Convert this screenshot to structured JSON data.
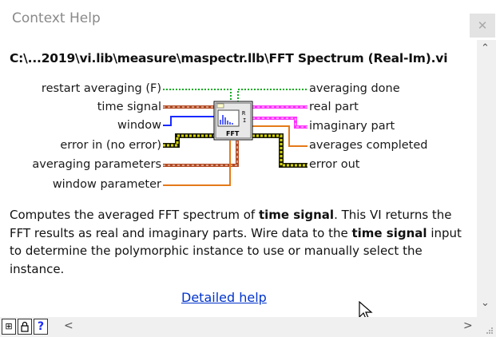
{
  "window": {
    "title": "Context Help",
    "close_symbol": "✕"
  },
  "path": "C:\\...2019\\vi.lib\\measure\\maspectr.llb\\FFT Spectrum (Real-Im).vi",
  "inputs": [
    "restart averaging (F)",
    "time signal",
    "window",
    "error in (no error)",
    "averaging parameters",
    "window parameter"
  ],
  "outputs": [
    "averaging done",
    "real part",
    "imaginary part",
    "averages completed",
    "error out"
  ],
  "icon": {
    "top_label": "R\nI",
    "fft_label": "FFT"
  },
  "description": {
    "p1": "Computes the averaged FFT spectrum of ",
    "b1": "time signal",
    "p2": ". This VI returns the FFT results as real and imaginary parts. Wire data to the ",
    "b2": "time signal",
    "p3": " input to determine the polymorphic instance to use or manually select the instance."
  },
  "detailed_help": "Detailed help",
  "toolbar": {
    "show_optional_terminals": "⊞",
    "lock": "🔒",
    "help": "?"
  },
  "scroll": {
    "up": "⌃",
    "down": "⌄",
    "left": "<",
    "right": ">"
  },
  "colors": {
    "orange": "#e47a19",
    "brown": "#b24a22",
    "blue": "#1a2aff",
    "magenta": "#ff33ff",
    "green": "#11aa22",
    "yellow": "#d4d400"
  }
}
